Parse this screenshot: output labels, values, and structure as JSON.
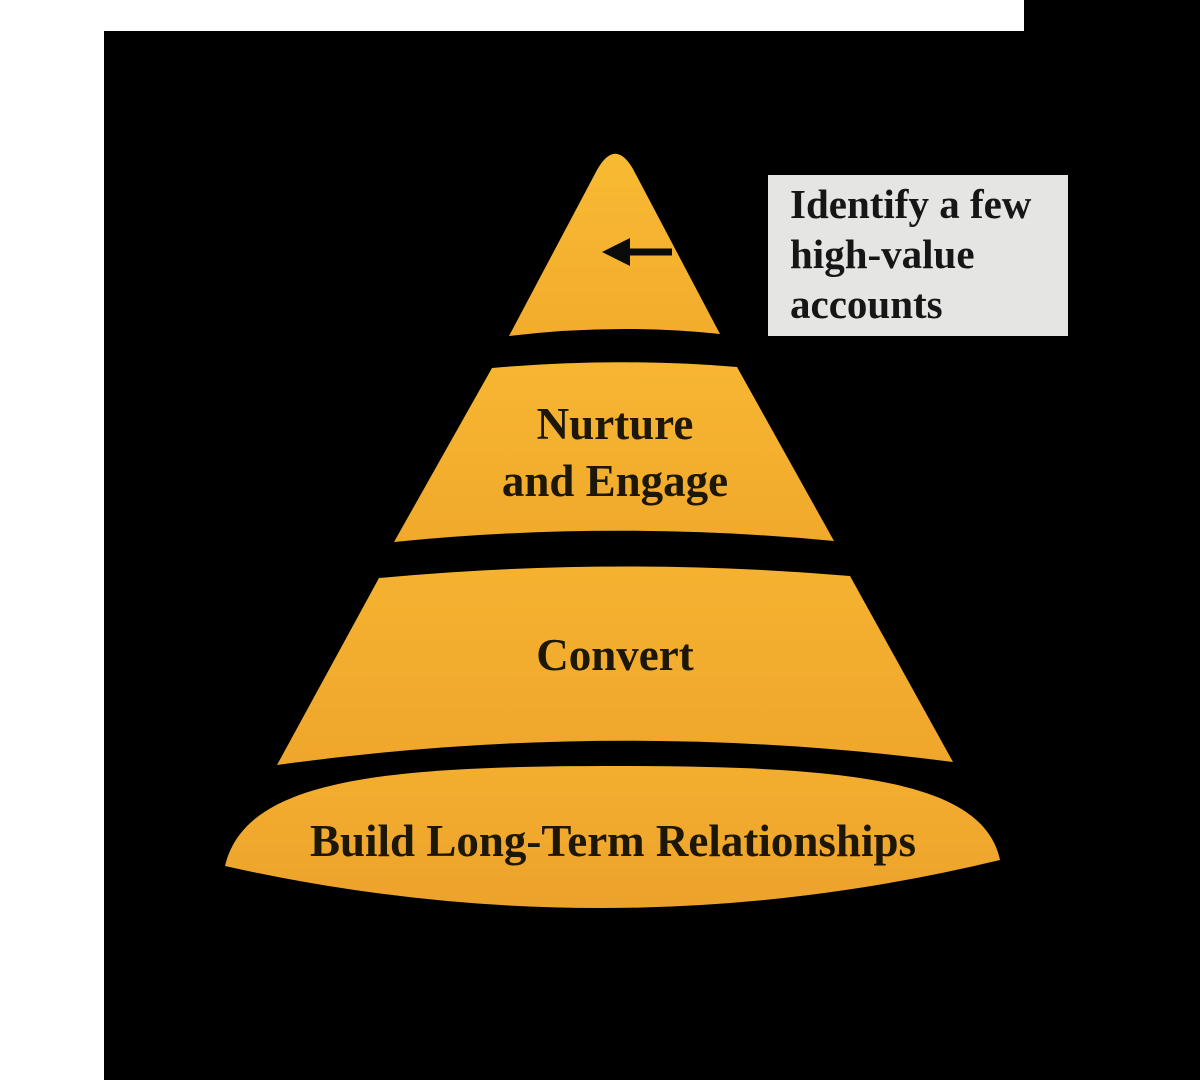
{
  "page": {
    "background_color": "#ffffff",
    "canvas_color": "#000000"
  },
  "callout": {
    "lines": [
      "Identify a few",
      "high-value",
      "accounts"
    ],
    "background_color": "#e5e5e3",
    "text_color": "#161616"
  },
  "arrow": {
    "meaning": "points-from-callout-to-top-tier",
    "direction": "left",
    "color": "#0b0b0b"
  },
  "pyramid": {
    "text_color": "#1c1706",
    "tiers": [
      {
        "id": "identify",
        "label": "",
        "line1": "",
        "line2": "",
        "color_top": "#f8ba33",
        "color_bottom": "#f3ac2c"
      },
      {
        "id": "nurture-engage",
        "label": "Nurture and Engage",
        "line1": "Nurture",
        "line2": "and Engage",
        "color_top": "#f7b631",
        "color_bottom": "#f1a92c"
      },
      {
        "id": "convert",
        "label": "Convert",
        "line1": "Convert",
        "line2": "",
        "color_top": "#f5b230",
        "color_bottom": "#efa62c"
      },
      {
        "id": "build-relationships",
        "label": "Build Long-Term Relationships",
        "line1": "Build Long-Term Relationships",
        "line2": "",
        "color_top": "#f3ae2f",
        "color_bottom": "#eda22b"
      }
    ]
  }
}
